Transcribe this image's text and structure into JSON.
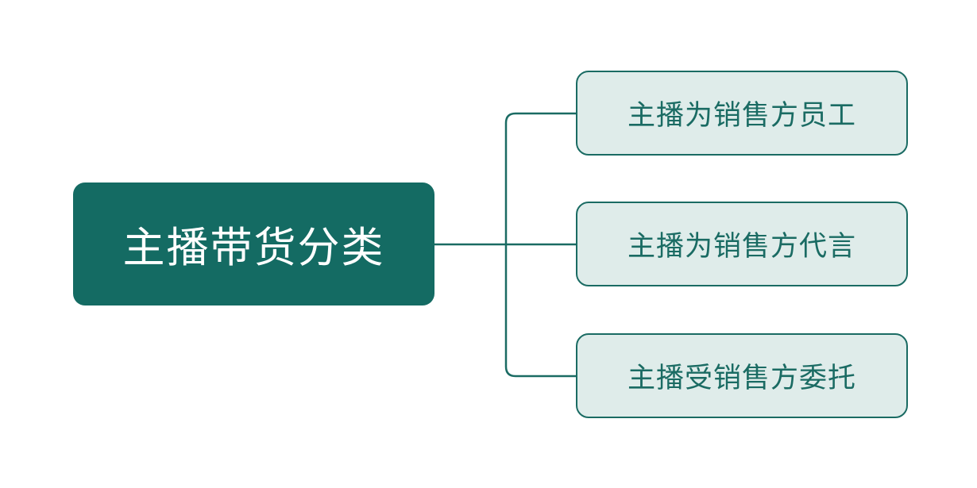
{
  "diagram": {
    "type": "mind-map",
    "orientation": "left-to-right",
    "background_color": "#ffffff",
    "root": {
      "label": "主播带货分类",
      "fill_color": "#146b63",
      "text_color": "#ffffff"
    },
    "branch_style": {
      "line_color": "#1a6b63",
      "line_width": 2.5,
      "corner_radius": 12
    },
    "children": [
      {
        "label": "主播为销售方员工",
        "fill_color": "#dfecea",
        "border_color": "#1a6b63",
        "text_color": "#1a6b63"
      },
      {
        "label": "主播为销售方代言",
        "fill_color": "#dfecea",
        "border_color": "#1a6b63",
        "text_color": "#1a6b63"
      },
      {
        "label": "主播受销售方委托",
        "fill_color": "#dfecea",
        "border_color": "#1a6b63",
        "text_color": "#1a6b63"
      }
    ]
  }
}
